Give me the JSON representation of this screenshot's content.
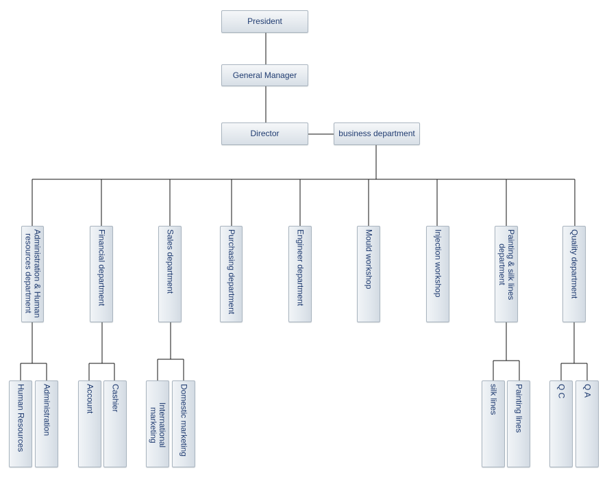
{
  "org": {
    "president": "President",
    "general_manager": "General Manager",
    "director": "Director",
    "business": "business department",
    "departments": {
      "admin_hr": "Administration & Human\nresources department",
      "financial": "Financial department",
      "sales": "Sales department",
      "purchasing": "Purchasing department",
      "engineer": "Engineer department",
      "mould": "Mould workshop",
      "injection": "Injection workshop",
      "painting": "Painting & silk lines\ndepartment",
      "quality": "Quality department"
    },
    "sub": {
      "human_resources": "Human Resources",
      "administration": "Administration",
      "account": "Account",
      "cashier": "Cashier",
      "international": "International marketing",
      "domestic": "Domestic marketing",
      "silk_lines": "silk lines",
      "painting_lines": "Painting lines",
      "qc": "Q C",
      "qa": "Q A"
    }
  }
}
